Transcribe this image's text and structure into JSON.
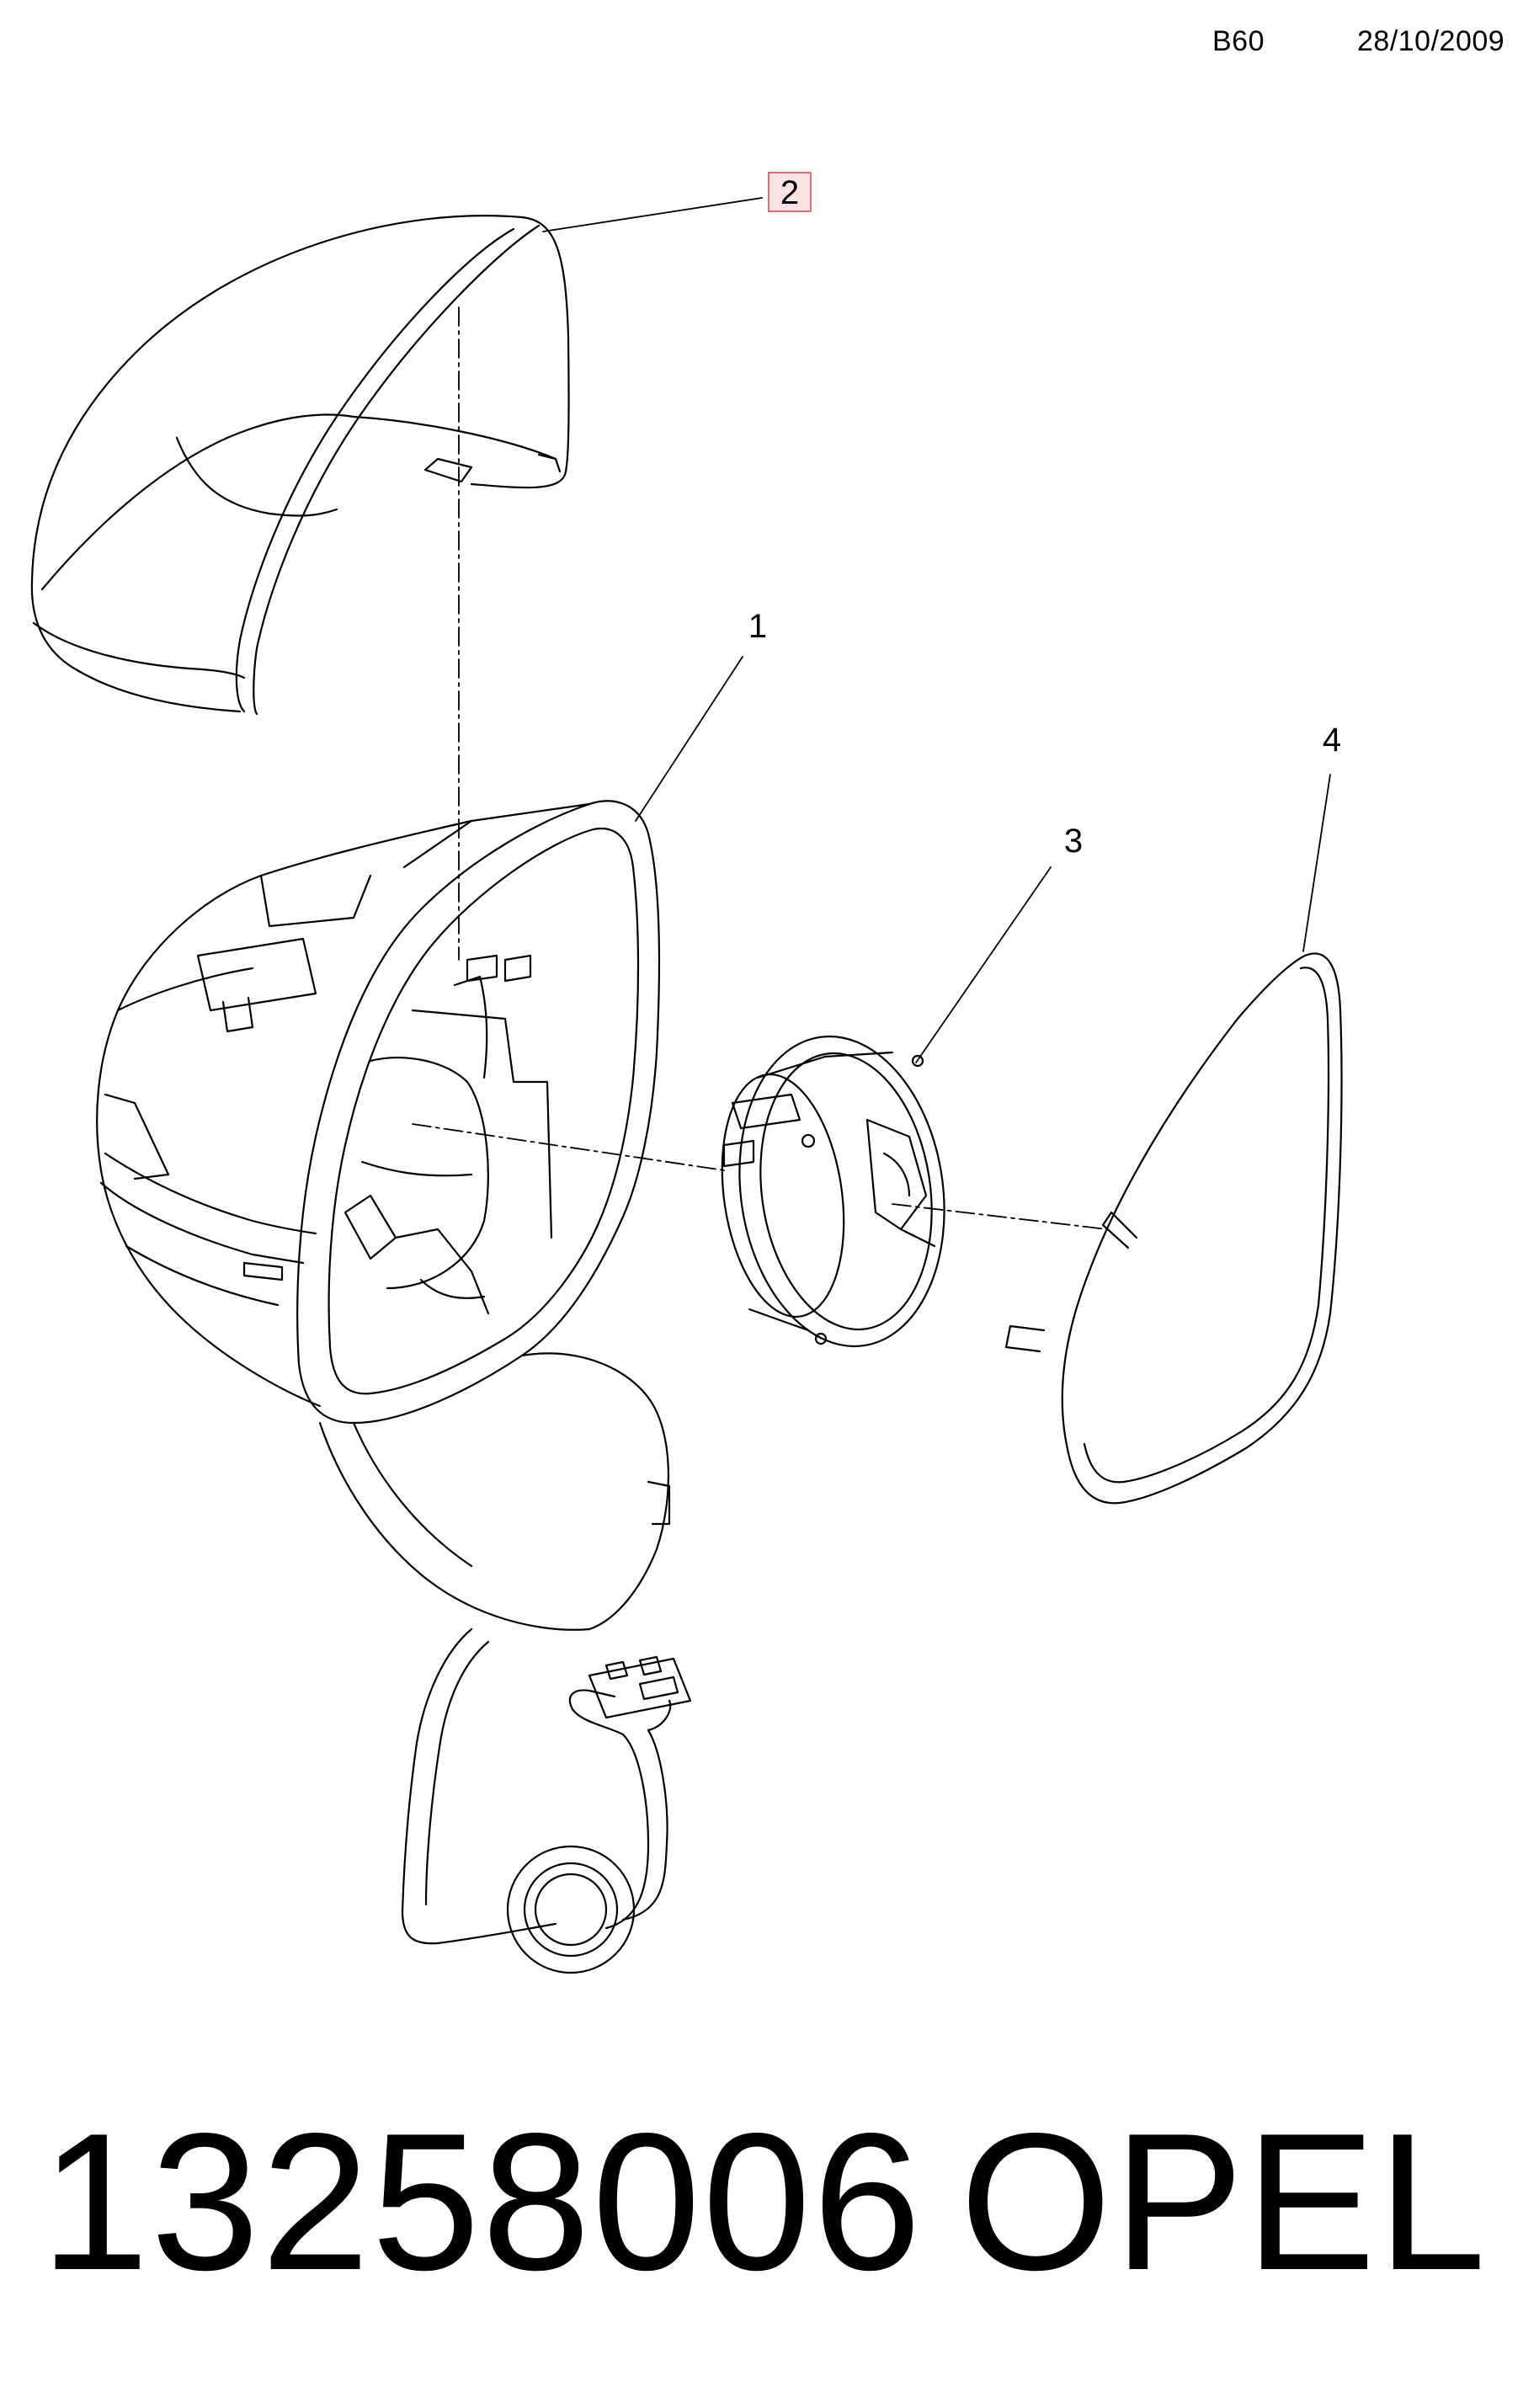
{
  "header": {
    "code": "B60",
    "date": "28/10/2009"
  },
  "callouts": [
    {
      "id": "callout-1",
      "label": "1",
      "highlighted": false
    },
    {
      "id": "callout-2",
      "label": "2",
      "highlighted": true
    },
    {
      "id": "callout-3",
      "label": "3",
      "highlighted": false
    },
    {
      "id": "callout-4",
      "label": "4",
      "highlighted": false
    }
  ],
  "footer": {
    "part_number": "13258006",
    "brand": "OPEL"
  },
  "colors": {
    "line": "#000000",
    "highlight_fill": "#fbe3e4",
    "highlight_stroke": "#e06b78",
    "background": "#ffffff"
  }
}
